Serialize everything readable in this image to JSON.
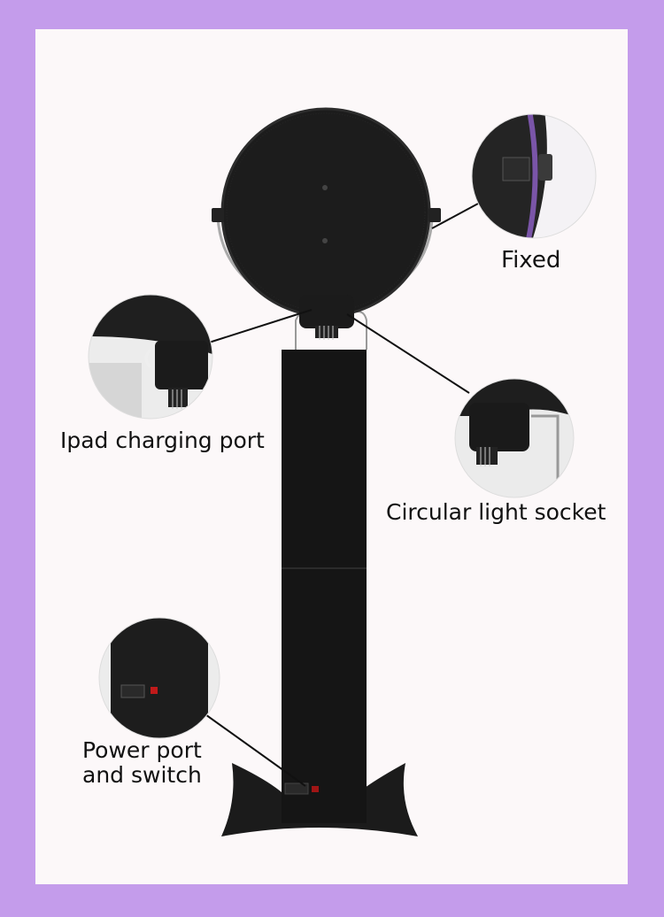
{
  "labels": {
    "fixed": "Fixed",
    "ipad_charging_port": "Ipad charging port",
    "circular_light_socket": "Circular light socket",
    "power_port_line1": "Power port",
    "power_port_line2": "and switch"
  },
  "colors": {
    "border": "#c49ceb",
    "background": "#fcf8f9",
    "product": "#1a1a1a"
  }
}
